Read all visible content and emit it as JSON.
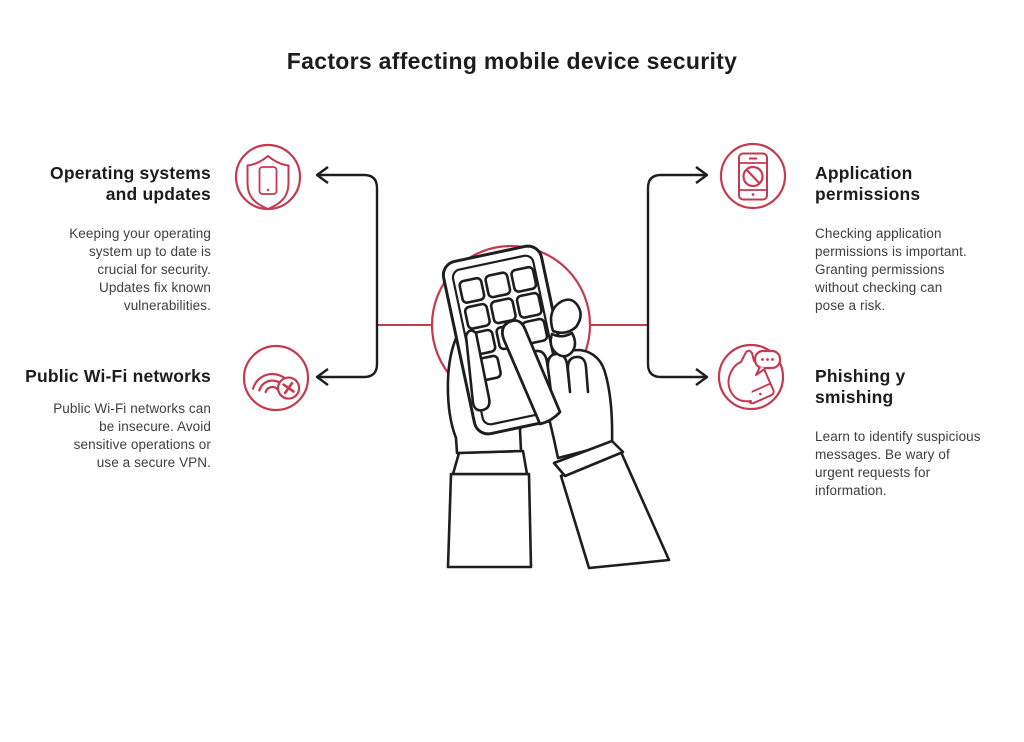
{
  "title": "Factors affecting mobile device security",
  "colors": {
    "accent_red": "#c43a50",
    "line_black": "#1e1e1e",
    "heading_text": "#1c1c1c",
    "body_text": "#3e3e3e"
  },
  "center_illustration": "hands-typing-on-smartphone",
  "sections": {
    "operating_systems": {
      "heading": "Operating systems\nand updates",
      "body": "Keeping your operating\nsystem up to date is\ncrucial for security.\nUpdates fix known\nvulnerabilities.",
      "icon": "shield-phone-icon"
    },
    "public_wifi": {
      "heading": "Public Wi-Fi networks",
      "body": "Public Wi-Fi networks can\nbe insecure. Avoid\nsensitive operations or\nuse a secure VPN.",
      "icon": "wifi-blocked-icon"
    },
    "app_permissions": {
      "heading": "Application\npermissions",
      "body": "Checking application\npermissions is important.\nGranting permissions\nwithout checking can\npose a risk.",
      "icon": "phone-blocked-icon"
    },
    "phishing_smishing": {
      "heading": "Phishing y\nsmishing",
      "body": "Learn to identify suspicious\nmessages. Be wary of\nurgent requests for\ninformation.",
      "icon": "phone-message-icon"
    }
  }
}
